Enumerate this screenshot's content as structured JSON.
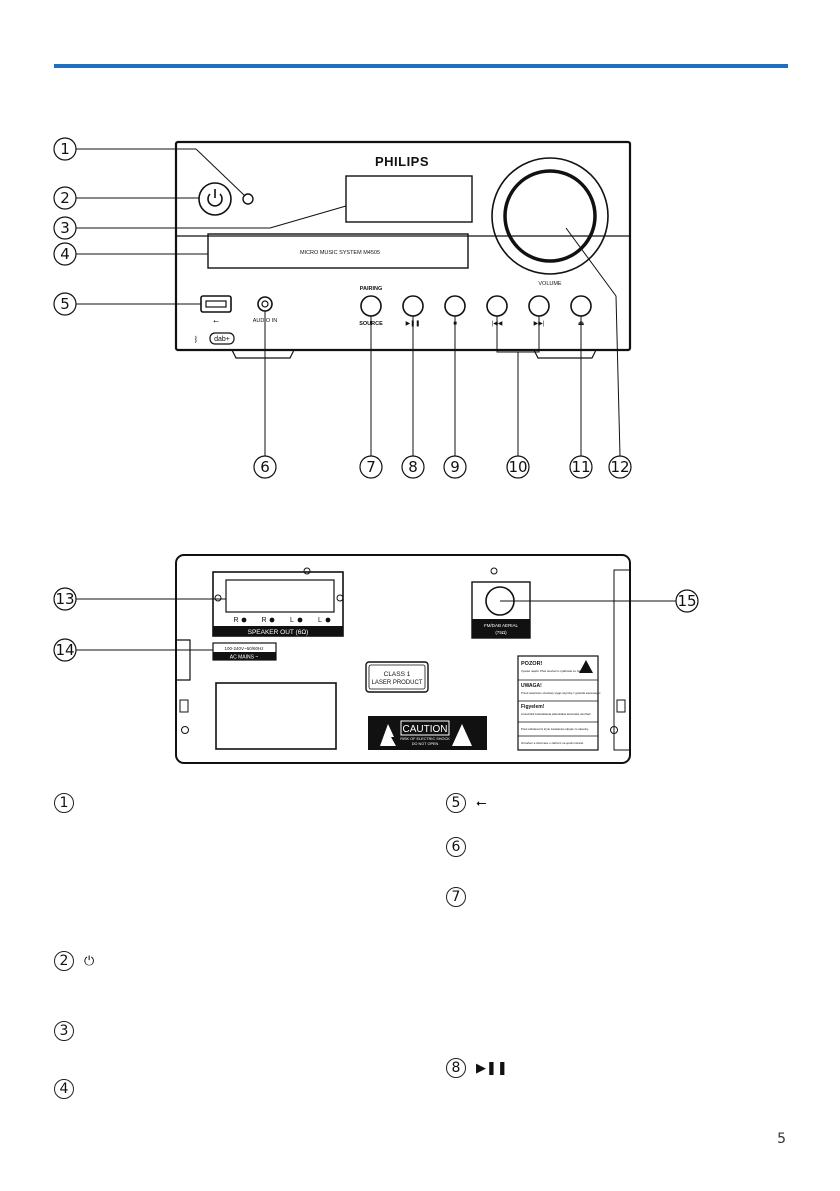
{
  "front": {
    "brand": "PHILIPS",
    "model": "MICRO MUSIC SYSTEM M4505",
    "volume_label": "VOLUME",
    "audio_in_label": "AUDIO IN",
    "pairing_label": "PAIRING",
    "source_label": "SOURCE",
    "dab_label": "dab+",
    "callouts": [
      "1",
      "2",
      "3",
      "4",
      "5",
      "6",
      "7",
      "8",
      "9",
      "10",
      "11",
      "12"
    ]
  },
  "rear": {
    "speaker_out_label": "SPEAKER OUT (6Ω)",
    "speaker_terminals": [
      "R",
      "R",
      "L",
      "L"
    ],
    "mains_rating": "100-240V~50/60Hz",
    "ac_mains_label": "AC MAINS ~",
    "laser_line1": "CLASS 1",
    "laser_line2": "LASER PRODUCT",
    "caution_title": "CAUTION",
    "caution_line1": "RISK OF ELECTRIC SHOCK",
    "caution_line2": "DO NOT OPEN",
    "antenna_line1": "FM/DAB AERIAL",
    "antenna_line2": "(75Ω)",
    "warn_sections": [
      {
        "title": "POZOR!",
        "body": "Vysoké napětí. Před otevřením vytáhněte ze zásuvky."
      },
      {
        "title": "UWAGA!",
        "body": "Przed otwarciem obudowy wyjąć wtyczkę z gniazda sieciowego!"
      },
      {
        "title": "Figyelem!",
        "body": "A készülék burkolatának eltávolítása áramütést okozhat!"
      },
      {
        "title": "",
        "body": "Pred odstránením krytu zariadenia odpojte zo zásuvky."
      },
      {
        "title": "",
        "body": "Označení a informace o zařízení na spodní straně."
      }
    ],
    "callouts": [
      "13",
      "14",
      "15"
    ]
  },
  "legend": {
    "left": [
      {
        "num": "1",
        "glyph": ""
      },
      {
        "num": "2",
        "glyph": "⏻"
      },
      {
        "num": "3",
        "glyph": ""
      },
      {
        "num": "4",
        "glyph": ""
      }
    ],
    "right": [
      {
        "num": "5",
        "glyph": "⭠"
      },
      {
        "num": "6",
        "glyph": ""
      },
      {
        "num": "7",
        "glyph": ""
      },
      {
        "num": "8",
        "glyph": "▶❚❚"
      }
    ]
  },
  "page_number": "5"
}
